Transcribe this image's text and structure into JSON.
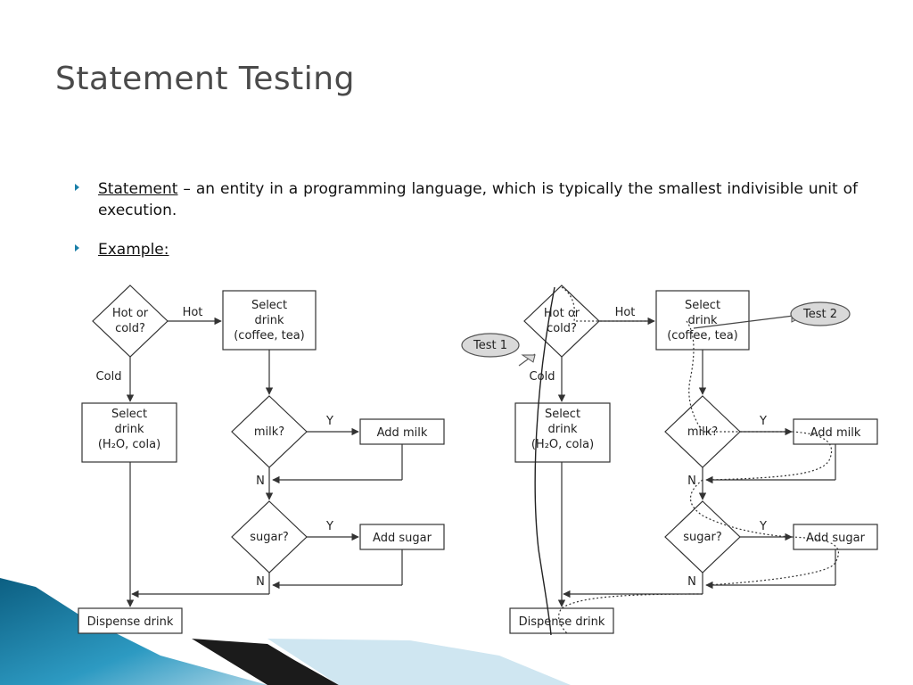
{
  "title": "Statement Testing",
  "bullets": [
    {
      "term": "Statement",
      "text": " – an entity in a programming language, which is typically the smallest indivisible unit of execution."
    },
    {
      "term": "Example:",
      "text": ""
    }
  ],
  "flowchart": {
    "decision_hot_cold": [
      "Hot or",
      "cold?"
    ],
    "label_hot": "Hot",
    "label_cold": "Cold",
    "select_hot": [
      "Select",
      "drink",
      "(coffee, tea)"
    ],
    "select_cold": [
      "Select",
      "drink",
      "(H₂O, cola)"
    ],
    "decision_milk": "milk?",
    "decision_sugar": "sugar?",
    "label_y": "Y",
    "label_n": "N",
    "add_milk": "Add milk",
    "add_sugar": "Add sugar",
    "dispense": "Dispense drink"
  },
  "annotations": {
    "test1": "Test 1",
    "test2": "Test 2"
  },
  "colors": {
    "accent": "#1a7fa8",
    "title": "#4a4a4a"
  }
}
